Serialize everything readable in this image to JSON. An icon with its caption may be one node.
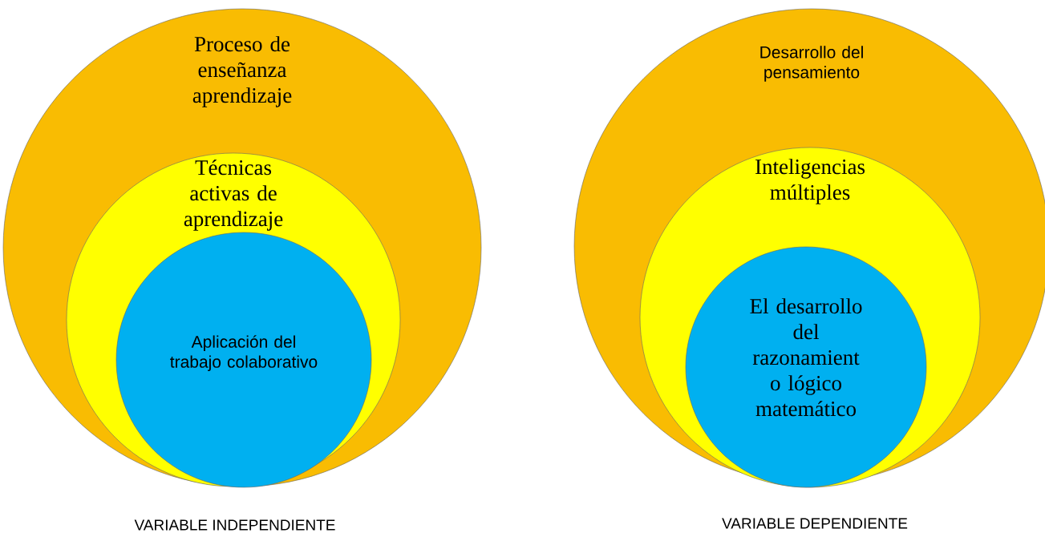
{
  "diagram": {
    "nodes": [
      {
        "text": [
          "Proceso de enseñanza aprendizaje"
        ]
      },
      {
        "text": [
          "Técnicas activas de aprendizaje"
        ],
        "in": 0
      },
      {
        "text": [
          "Aplicación del trabajo colaborativo"
        ],
        "in": 1
      },
      {
        "text": [
          "Desarrollo del pensamiento"
        ]
      },
      {
        "text": [
          "Inteligencias múltiples"
        ],
        "in": 3
      },
      {
        "text": [
          "El desarrollo del razonamient o lógico matemático"
        ],
        "in": 4
      }
    ],
    "labels": [
      "VARIABLE INDEPENDIENTE",
      "VARIABLE DEPENDIENTE"
    ]
  }
}
